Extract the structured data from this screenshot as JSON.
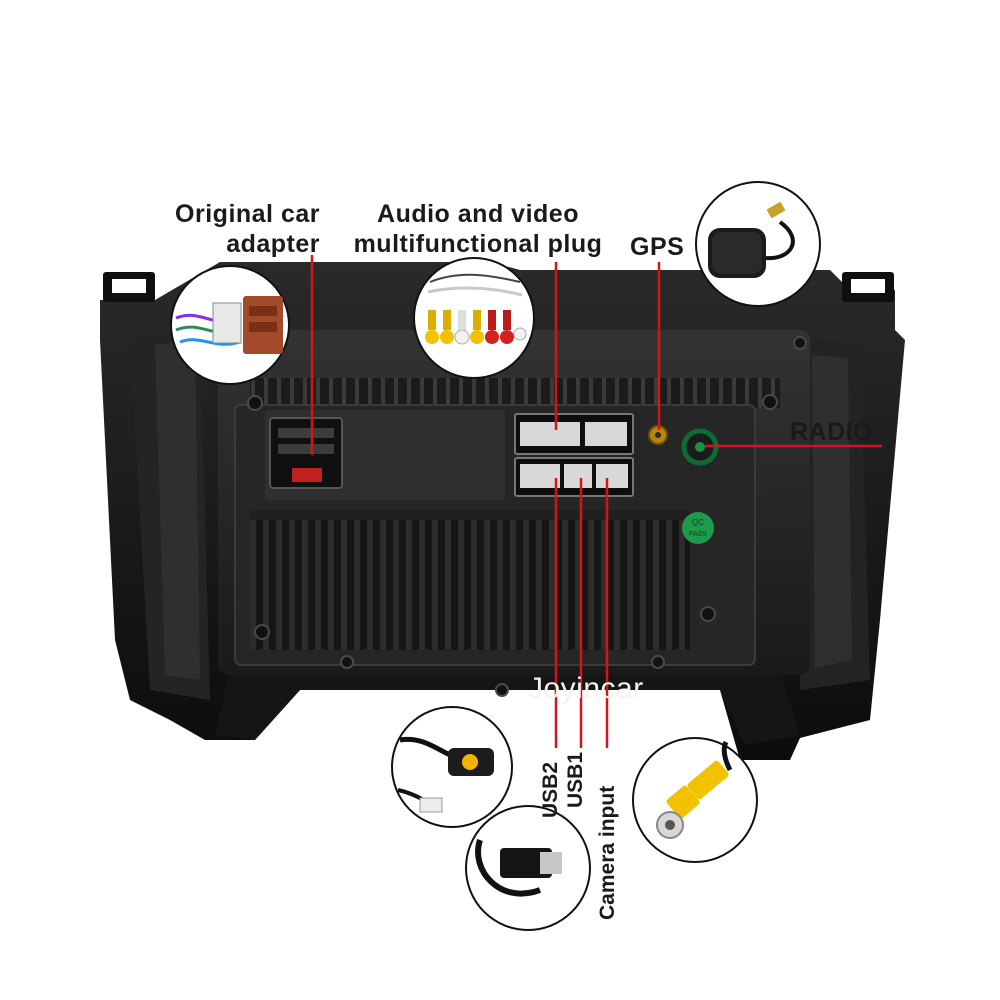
{
  "labels": {
    "original_adapter_line1": "Original car",
    "original_adapter_line2": "adapter",
    "audio_video_line1": "Audio and video",
    "audio_video_line2": "multifunctional plug",
    "gps": "GPS",
    "radio": "RADIO",
    "usb2": "USB2",
    "usb1": "USB1",
    "camera_input": "Camera input"
  },
  "brand": "Joyincar",
  "unit_text": {
    "qc_line1": "QC",
    "qc_line2": "PASS"
  },
  "colors": {
    "leader_line": "#d4141c",
    "unit_body": "#1c1c1c",
    "frame": "#111111",
    "rca_yellow": "#f2c200",
    "rca_red": "#d42020"
  }
}
